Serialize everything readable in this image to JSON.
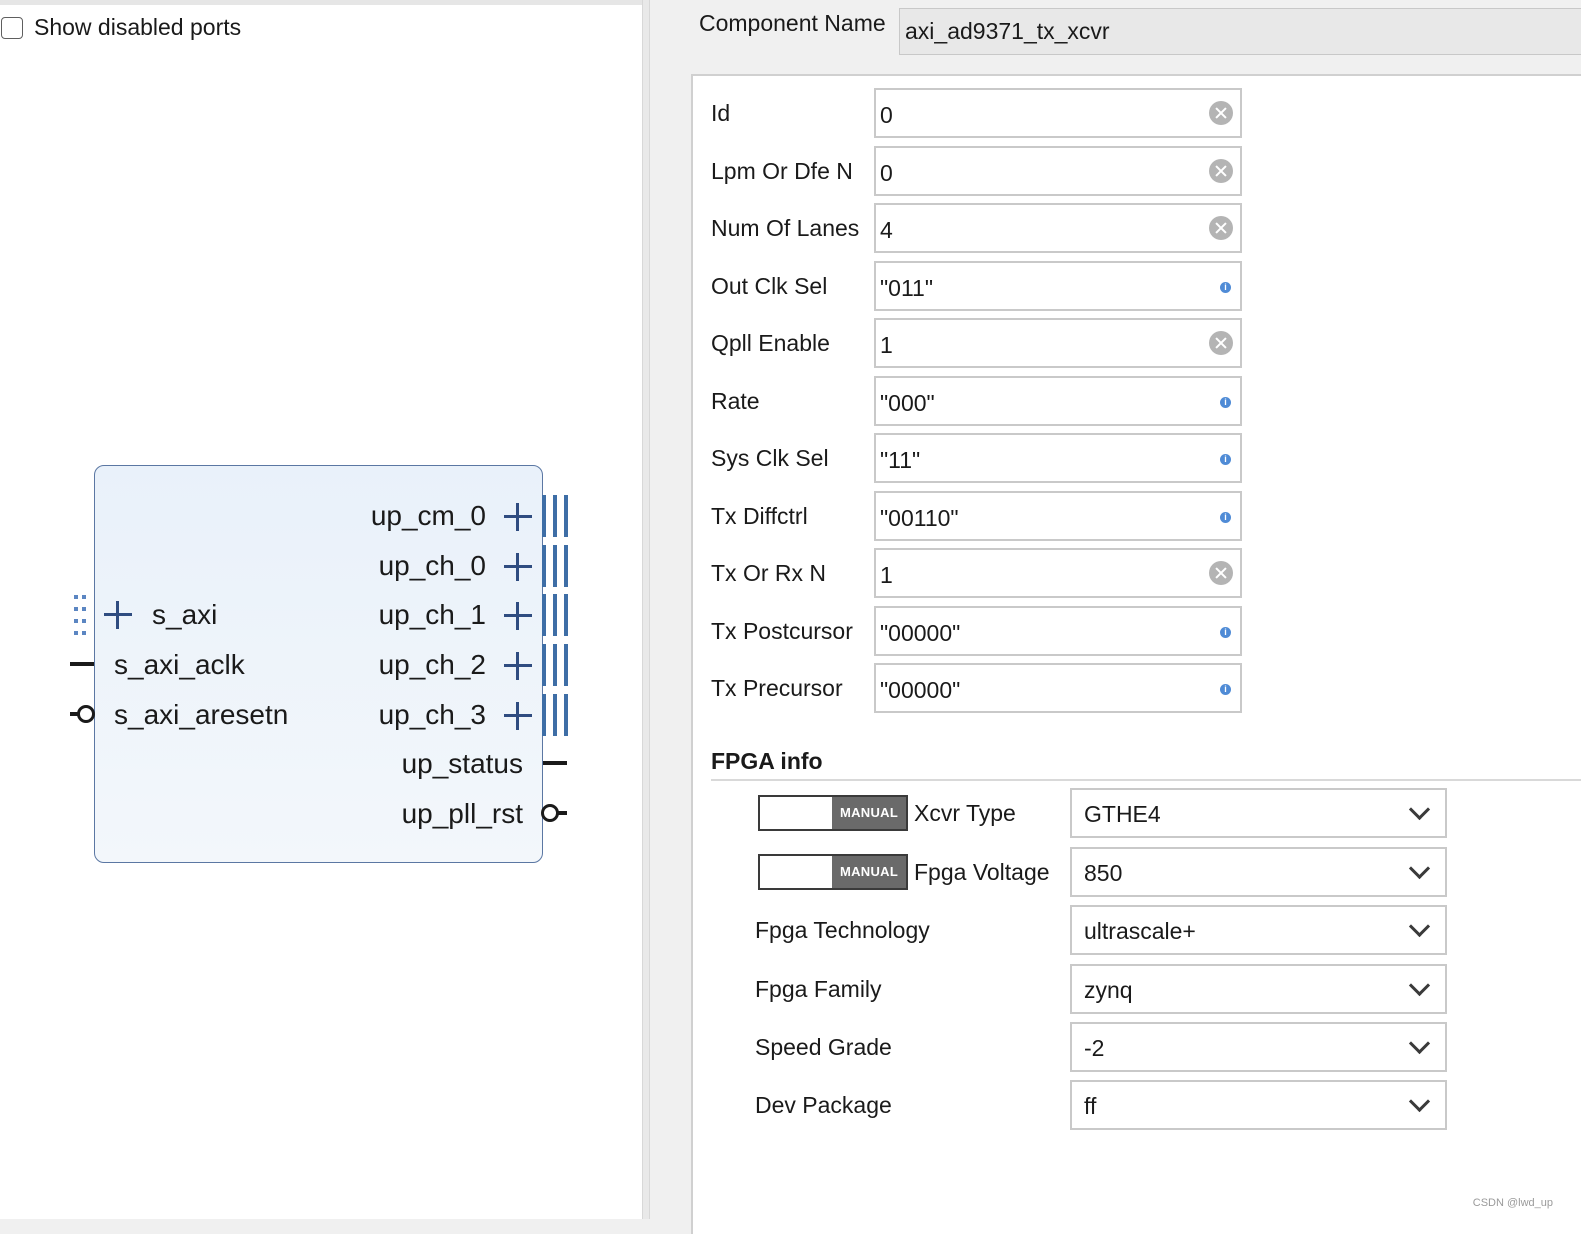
{
  "left": {
    "show_disabled_ports": "Show disabled ports",
    "block": {
      "left_ports": [
        {
          "name": "s_axi",
          "kind": "bus-interface"
        },
        {
          "name": "s_axi_aclk",
          "kind": "clock"
        },
        {
          "name": "s_axi_aresetn",
          "kind": "reset-active-low"
        }
      ],
      "right_ports": [
        {
          "name": "up_cm_0",
          "kind": "bus"
        },
        {
          "name": "up_ch_0",
          "kind": "bus"
        },
        {
          "name": "up_ch_1",
          "kind": "bus"
        },
        {
          "name": "up_ch_2",
          "kind": "bus"
        },
        {
          "name": "up_ch_3",
          "kind": "bus"
        },
        {
          "name": "up_status",
          "kind": "wire"
        },
        {
          "name": "up_pll_rst",
          "kind": "inverted-wire"
        }
      ]
    }
  },
  "right": {
    "component_name_label": "Component Name",
    "component_name_value": "axi_ad9371_tx_xcvr",
    "params": [
      {
        "label": "Id",
        "value": "0",
        "icon": "clear-icon"
      },
      {
        "label": "Lpm Or Dfe N",
        "value": "0",
        "icon": "clear-icon"
      },
      {
        "label": "Num Of Lanes",
        "value": "4",
        "icon": "clear-icon"
      },
      {
        "label": "Out Clk Sel",
        "value": "\"011\"",
        "icon": "info-icon"
      },
      {
        "label": "Qpll Enable",
        "value": "1",
        "icon": "clear-icon"
      },
      {
        "label": "Rate",
        "value": "\"000\"",
        "icon": "info-icon"
      },
      {
        "label": "Sys Clk Sel",
        "value": "\"11\"",
        "icon": "info-icon"
      },
      {
        "label": "Tx Diffctrl",
        "value": "\"00110\"",
        "icon": "info-icon"
      },
      {
        "label": "Tx Or Rx N",
        "value": "1",
        "icon": "clear-icon"
      },
      {
        "label": "Tx Postcursor",
        "value": "\"00000\"",
        "icon": "info-icon"
      },
      {
        "label": "Tx Precursor",
        "value": "\"00000\"",
        "icon": "info-icon"
      }
    ],
    "fpga_info_title": "FPGA info",
    "fpga": [
      {
        "label": "Xcvr Type",
        "value": "GTHE4",
        "toggle": "MANUAL"
      },
      {
        "label": "Fpga Voltage",
        "value": "850",
        "toggle": "MANUAL"
      },
      {
        "label": "Fpga Technology",
        "value": "ultrascale+"
      },
      {
        "label": "Fpga Family",
        "value": "zynq"
      },
      {
        "label": "Speed Grade",
        "value": "-2"
      },
      {
        "label": "Dev Package",
        "value": "ff"
      }
    ],
    "watermark": "CSDN @lwd_up"
  },
  "colors": {
    "block_border": "#5b77a3",
    "port_icon": "#2f4c80",
    "bus_bars": "#3e6ea6",
    "info_blue": "#4f8bd6"
  }
}
